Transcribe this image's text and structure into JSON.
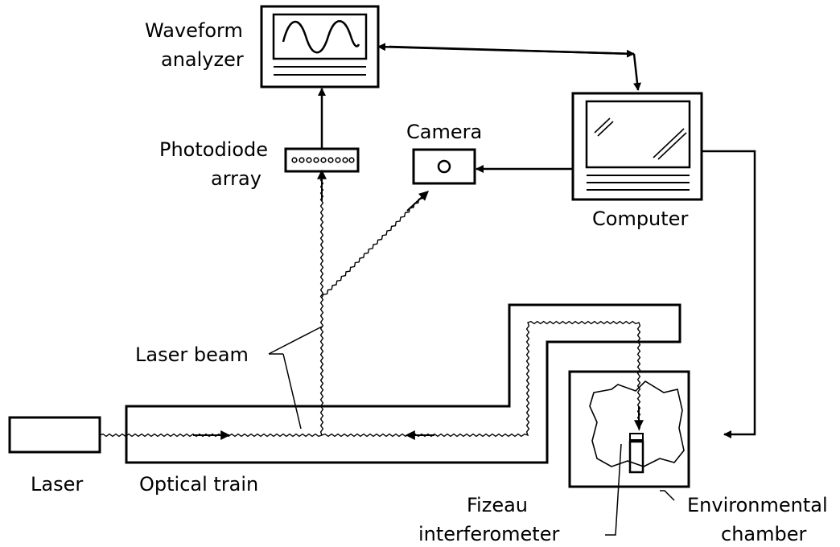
{
  "labels": {
    "waveform_analyzer": [
      "Waveform",
      "analyzer"
    ],
    "photodiode_array": [
      "Photodiode",
      "array"
    ],
    "camera": "Camera",
    "computer": "Computer",
    "laser_beam": "Laser beam",
    "laser": "Laser",
    "optical_train": "Optical train",
    "fizeau_interferometer": [
      "Fizeau",
      "interferometer"
    ],
    "environmental_chamber": [
      "Environmental",
      "chamber"
    ]
  },
  "icons": {
    "waveform": "sine-wave-icon",
    "photodiode": "photodiode-array-icon",
    "camera": "camera-icon",
    "computer": "computer-monitor-icon",
    "laser": "laser-box-icon"
  },
  "colors": {
    "ink": "#000000",
    "background": "#ffffff"
  }
}
